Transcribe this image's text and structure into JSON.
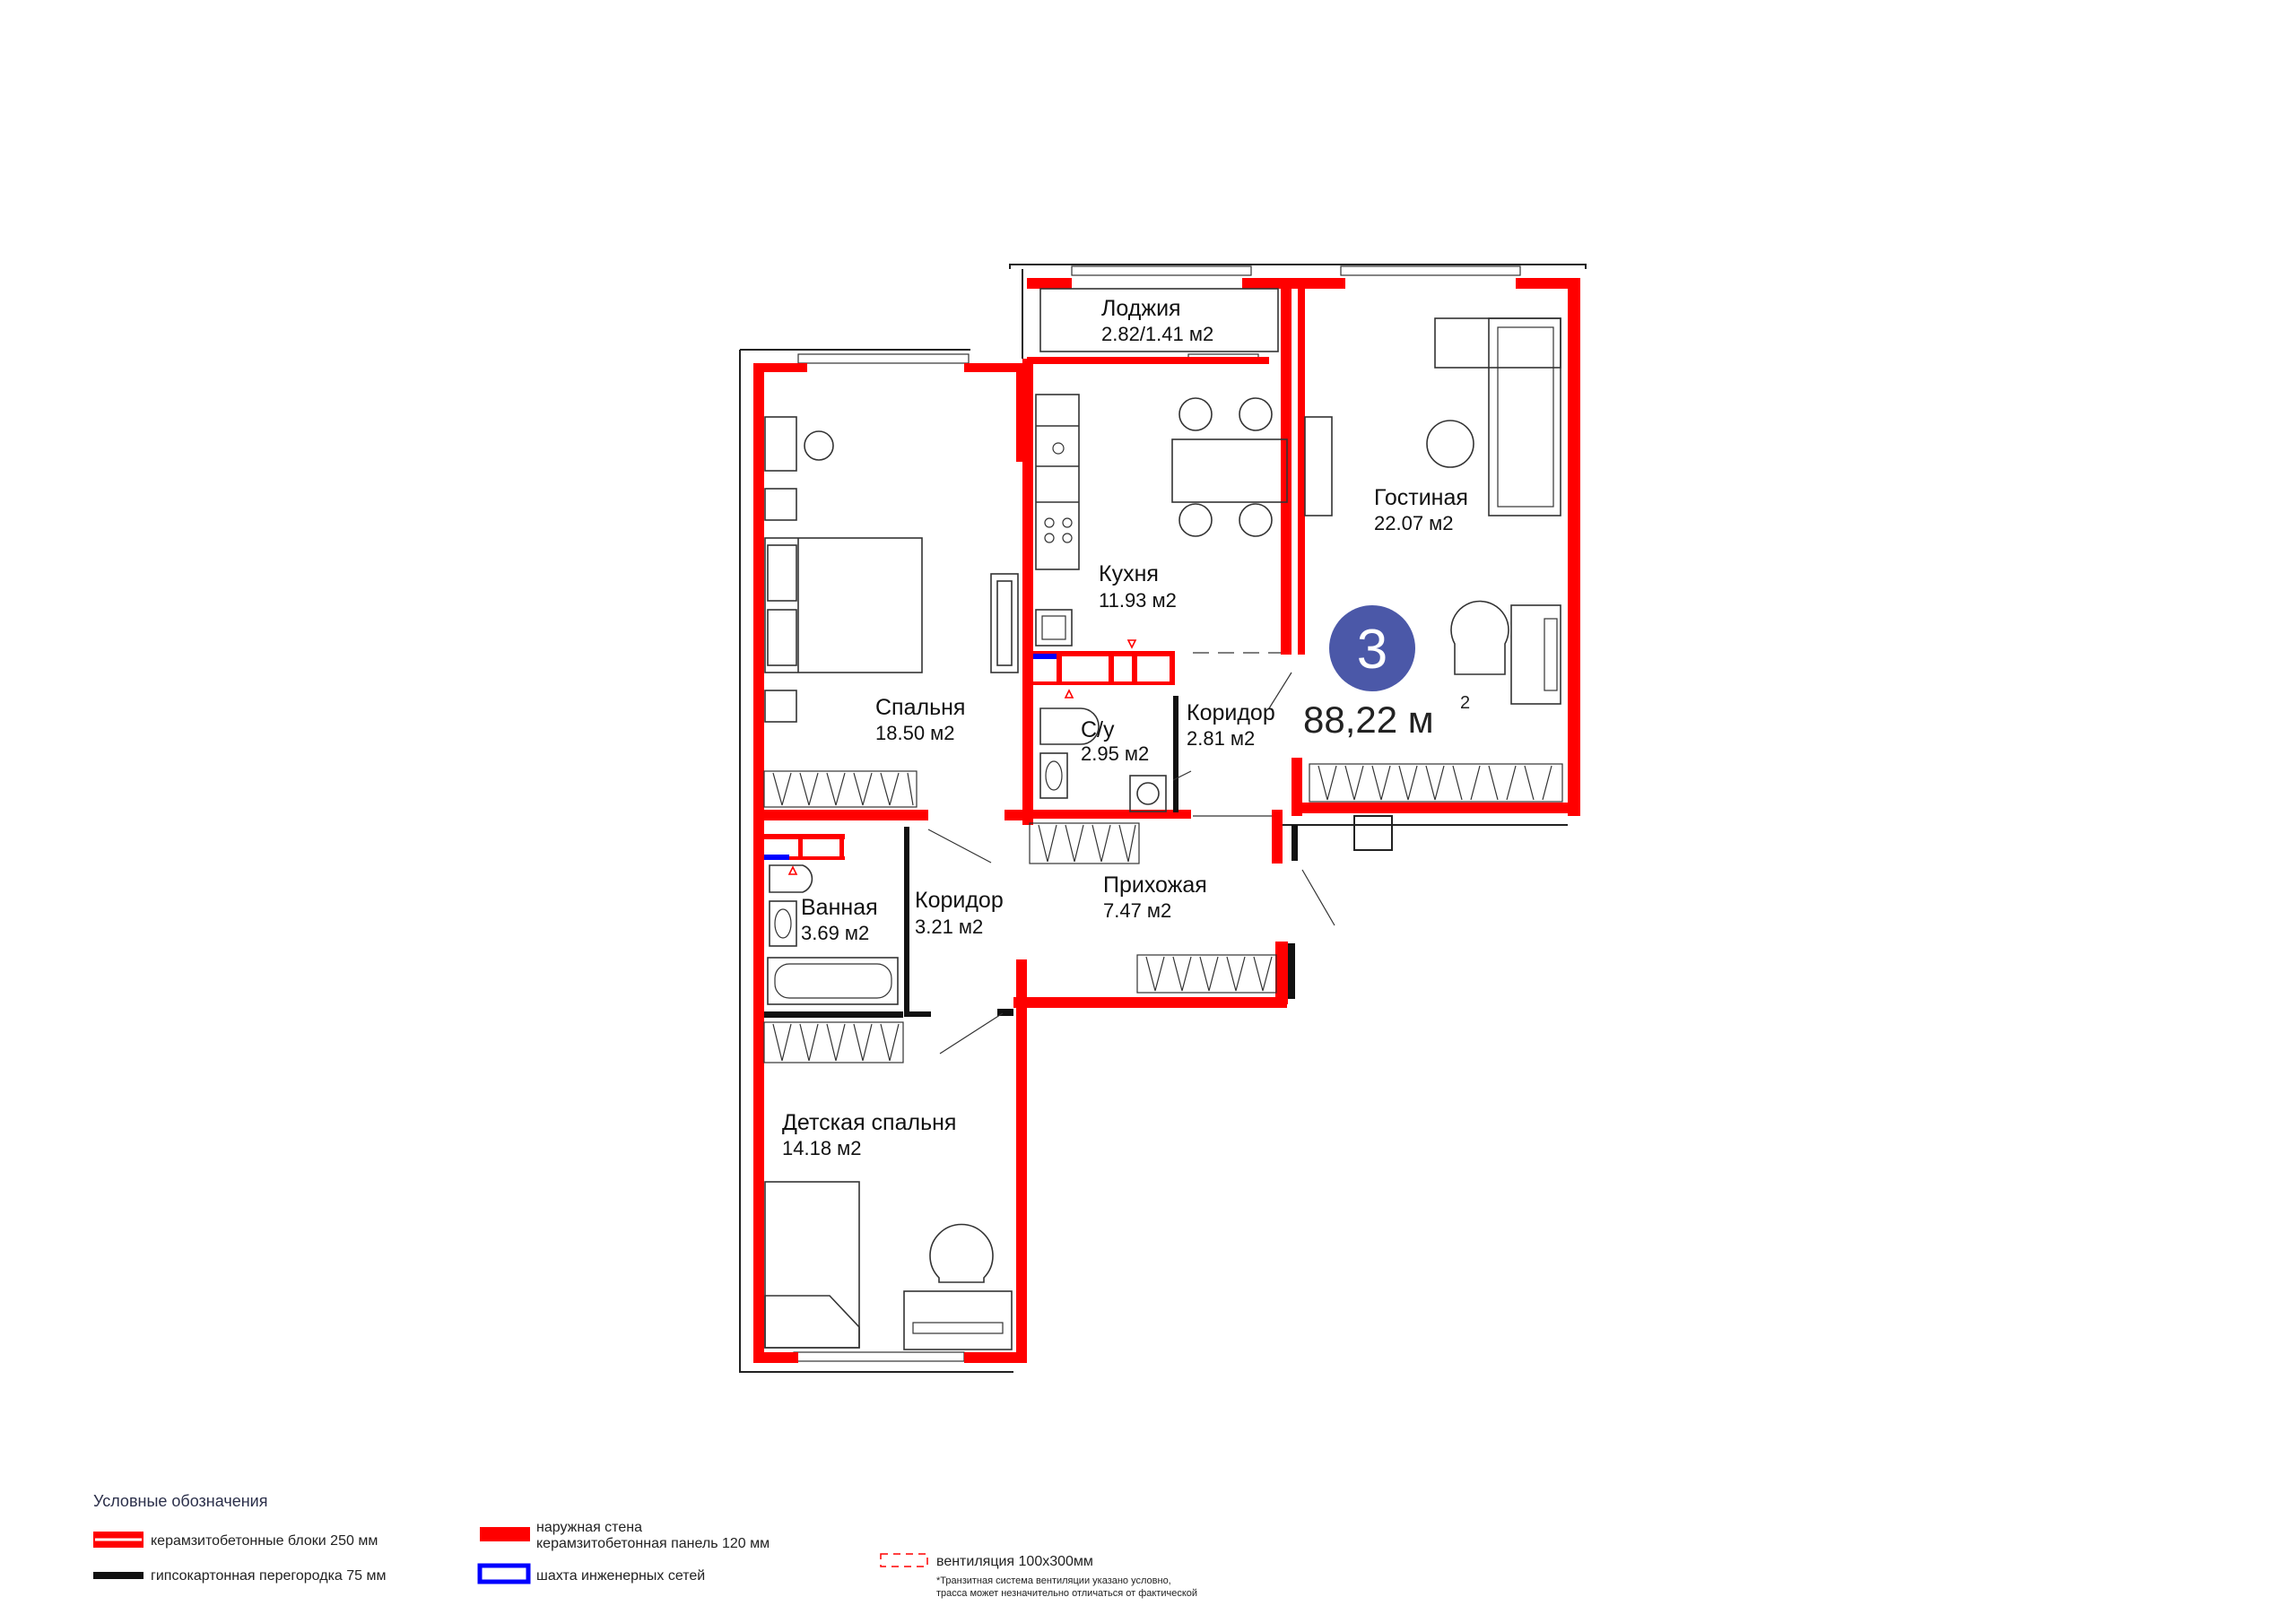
{
  "colors": {
    "wall": "#ff0000",
    "partition": "#111111",
    "shaft": "#0000ff",
    "badge": "#4b58a8"
  },
  "plan": {
    "badge": "3",
    "total_area_value": "88,22 м",
    "total_area_sup": "2",
    "rooms": {
      "loggia": {
        "name": "Лоджия",
        "area": "2.82/1.41 м2"
      },
      "living": {
        "name": "Гостиная",
        "area": "22.07 м2"
      },
      "kitchen": {
        "name": "Кухня",
        "area": "11.93 м2"
      },
      "bedroom": {
        "name": "Спальня",
        "area": "18.50 м2"
      },
      "corridor_1": {
        "name": "Коридор",
        "area": "2.81 м2"
      },
      "wc": {
        "name": "С/у",
        "area": "2.95 м2"
      },
      "bathroom": {
        "name": "Ванная",
        "area": "3.69 м2"
      },
      "corridor_2": {
        "name": "Коридор",
        "area": "3.21 м2"
      },
      "hallway": {
        "name": "Прихожая",
        "area": "7.47 м2"
      },
      "kids_bedroom": {
        "name": "Детская спальня",
        "area": "14.18 м2"
      }
    }
  },
  "legend": {
    "title": "Условные обозначения",
    "items": {
      "blocks": "керамзитобетонные блоки 250 мм",
      "gypsum": "гипсокартонная перегородка 75 мм",
      "ext_wall_line1": "наружная стена",
      "ext_wall_line2": "керамзитобетонная панель 120 мм",
      "shaft": "шахта инженерных сетей",
      "vent": "вентиляция 100х300мм",
      "vent_note_line1": "*Транзитная система вентиляции указано условно,",
      "vent_note_line2": "трасса может незначительно отличаться от фактической"
    }
  }
}
